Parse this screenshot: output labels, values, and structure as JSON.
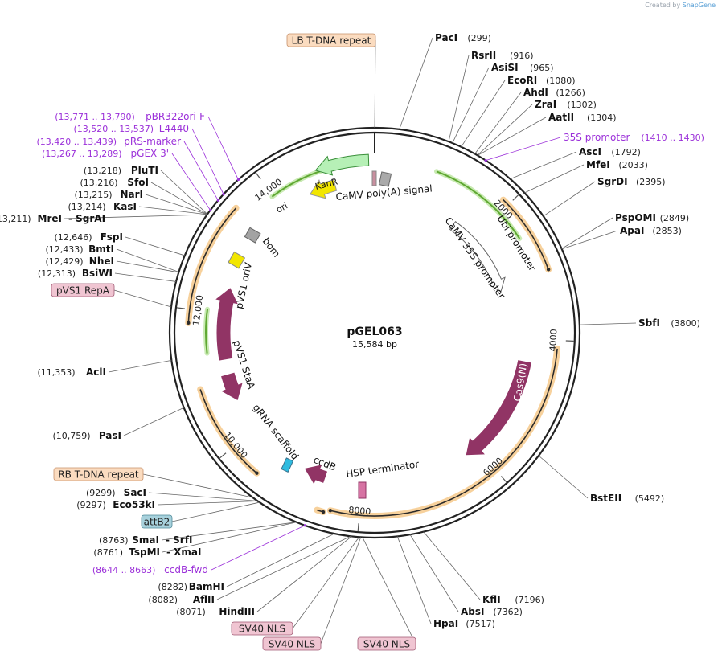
{
  "brand": {
    "prefix": "Created by",
    "name": "SnapGene"
  },
  "plasmid": {
    "name": "pGEL063",
    "size": "15,584 bp",
    "length": 15584
  },
  "colors": {
    "backbone": "#222222",
    "tick": "#555555",
    "leader": "#666666",
    "site_label": "#111111",
    "position": "#222222",
    "primer": "#9b30d9",
    "feature_maroon": "#913465",
    "feature_maroon_light": "#d6a5bc",
    "cds_orange": "#e8a850",
    "cds_orange_glow": "#f7d19c",
    "marker_green": "#5fa832",
    "ori_yellow": "#f2e600",
    "kanr_green": "#b6f0b6",
    "box_peach": "#fbdcc0",
    "box_pink": "#f0c5d2",
    "box_blue": "#a7d1dc"
  },
  "ticks": [
    {
      "label": "2000",
      "pos": 2000
    },
    {
      "label": "4000",
      "pos": 4000
    },
    {
      "label": "6000",
      "pos": 6000
    },
    {
      "label": "8000",
      "pos": 8000
    },
    {
      "label": "10,000",
      "pos": 10000
    },
    {
      "label": "12,000",
      "pos": 12000
    },
    {
      "label": "14,000",
      "pos": 14000
    }
  ],
  "sites_right": [
    {
      "name": "PacI",
      "pos": "(299)",
      "bp": 299
    },
    {
      "name": "RsrII",
      "pos": "(916)",
      "bp": 916
    },
    {
      "name": "AsiSI",
      "pos": "(965)",
      "bp": 965
    },
    {
      "name": "EcoRI",
      "pos": "(1080)",
      "bp": 1080
    },
    {
      "name": "AhdI",
      "pos": "(1266)",
      "bp": 1266
    },
    {
      "name": "ZraI",
      "pos": "(1302)",
      "bp": 1302
    },
    {
      "name": "AatII",
      "pos": "(1304)",
      "bp": 1304
    },
    {
      "name": "AscI",
      "pos": "(1792)",
      "bp": 1792
    },
    {
      "name": "MfeI",
      "pos": "(2033)",
      "bp": 2033
    },
    {
      "name": "SgrDI",
      "pos": "(2395)",
      "bp": 2395
    },
    {
      "name": "PspOMI",
      "pos": "(2849)",
      "bp": 2849
    },
    {
      "name": "ApaI",
      "pos": "(2853)",
      "bp": 2853
    },
    {
      "name": "SbfI",
      "pos": "(3800)",
      "bp": 3800
    },
    {
      "name": "BstEII",
      "pos": "(5492)",
      "bp": 5492
    },
    {
      "name": "KflI",
      "pos": "(7196)",
      "bp": 7196
    },
    {
      "name": "AbsI",
      "pos": "(7362)",
      "bp": 7362
    },
    {
      "name": "HpaI",
      "pos": "(7517)",
      "bp": 7517
    }
  ],
  "sites_left": [
    {
      "name": "PluTI",
      "pos": "(13,218)",
      "bp": 13218
    },
    {
      "name": "SfoI",
      "pos": "(13,216)",
      "bp": 13216
    },
    {
      "name": "NarI",
      "pos": "(13,215)",
      "bp": 13215
    },
    {
      "name": "KasI",
      "pos": "(13,214)",
      "bp": 13214
    },
    {
      "name": "MreI",
      "pos": "(13,211)",
      "bp": 13211,
      "extra": "- SgrAI"
    },
    {
      "name": "FspI",
      "pos": "(12,646)",
      "bp": 12646
    },
    {
      "name": "BmtI",
      "pos": "(12,433)",
      "bp": 12433
    },
    {
      "name": "NheI",
      "pos": "(12,429)",
      "bp": 12429
    },
    {
      "name": "BsiWI",
      "pos": "(12,313)",
      "bp": 12313
    },
    {
      "name": "AclI",
      "pos": "(11,353)",
      "bp": 11353
    },
    {
      "name": "PasI",
      "pos": "(10,759)",
      "bp": 10759
    },
    {
      "name": "SacI",
      "pos": "(9299)",
      "bp": 9299
    },
    {
      "name": "Eco53kI",
      "pos": "(9297)",
      "bp": 9297
    },
    {
      "name": "SmaI",
      "pos": "(8763)",
      "bp": 8763,
      "extra": "- SrfI"
    },
    {
      "name": "TspMI",
      "pos": "(8761)",
      "bp": 8761,
      "extra": "- XmaI"
    },
    {
      "name": "BamHI",
      "pos": "(8282)",
      "bp": 8282
    },
    {
      "name": "AflII",
      "pos": "(8082)",
      "bp": 8082
    },
    {
      "name": "HindIII",
      "pos": "(8071)",
      "bp": 8071
    }
  ],
  "primers": [
    {
      "name": "35S promoter",
      "range": "(1410 .. 1430)",
      "bp": 1420
    },
    {
      "name": "pBR322ori-F",
      "range": "(13,771 .. 13,790)",
      "bp": 13780
    },
    {
      "name": "L4440",
      "range": "(13,520 .. 13,537)",
      "bp": 13528
    },
    {
      "name": "pRS-marker",
      "range": "(13,420 .. 13,439)",
      "bp": 13430
    },
    {
      "name": "pGEX 3'",
      "range": "(13,267 .. 13,289)",
      "bp": 13278
    },
    {
      "name": "ccdB-fwd",
      "range": "(8644 .. 8663)",
      "bp": 8653
    }
  ],
  "boxed_features": [
    {
      "label": "LB T-DNA repeat",
      "bp": 0,
      "style": "peach"
    },
    {
      "label": "pVS1 RepA",
      "bp": 12000,
      "style": "pink"
    },
    {
      "label": "RB T-DNA repeat",
      "bp": 9370,
      "style": "peach"
    },
    {
      "label": "attB2",
      "bp": 9270,
      "style": "blue"
    },
    {
      "label": "SV40 NLS",
      "bp": 7980,
      "style": "pink"
    },
    {
      "label": "SV40 NLS",
      "bp": 7960,
      "style": "pink"
    },
    {
      "label": "SV40 NLS",
      "bp": 7940,
      "style": "pink"
    }
  ],
  "inner_labels": {
    "cassette_polya": "CaMV poly(A) signal",
    "kanr": "KanR",
    "ori": "ori",
    "bom": "bom",
    "pvs1_oriv": "pVS1 oriV",
    "pvs1_staa": "pVS1 StaA",
    "grna": "gRNA scaffold",
    "ccdb": "ccdB",
    "hsp": "HSP terminator",
    "camv35s": "CaMV 35S promoter",
    "ubi": "Ubi promoter",
    "cas9": "Cas9(N)"
  }
}
